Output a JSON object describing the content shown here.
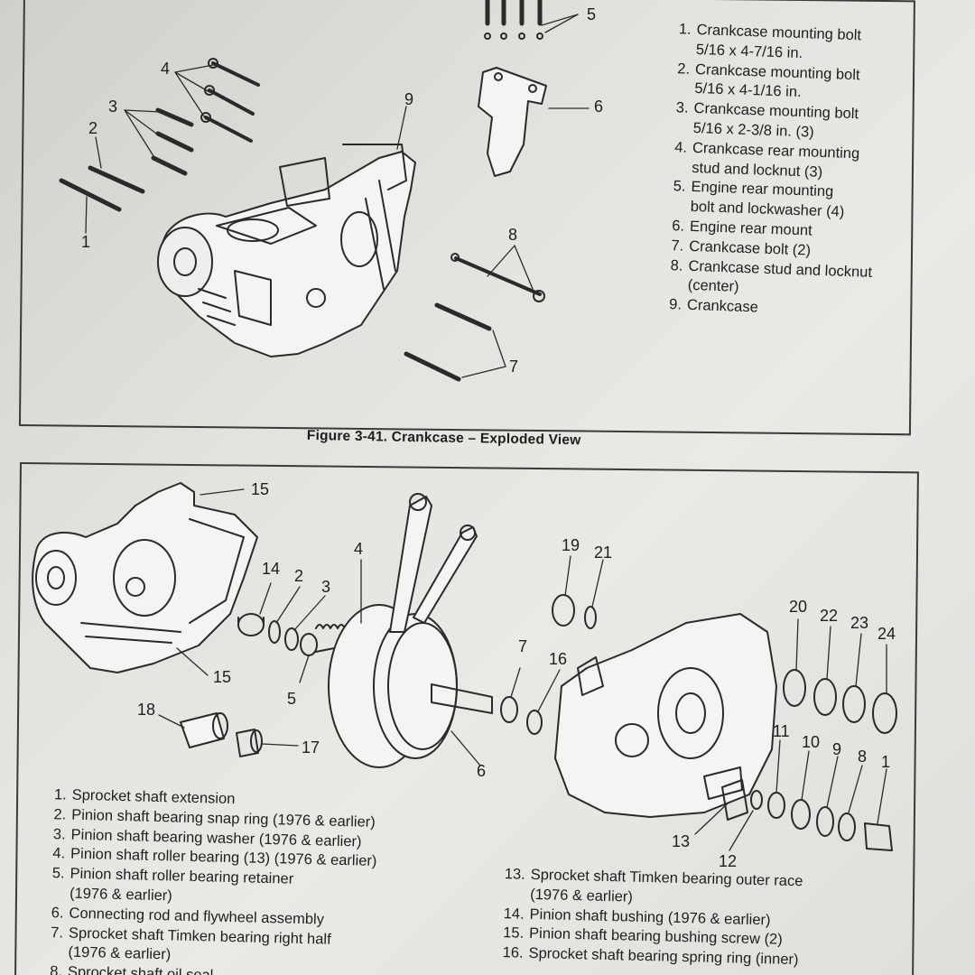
{
  "figure_caption": "Figure 3-41.  Crankcase – Exploded View",
  "top_legend": [
    {
      "num": "1.",
      "text": "Crankcase mounting bolt\n5/16 x 4-7/16 in."
    },
    {
      "num": "2.",
      "text": "Crankcase mounting bolt\n5/16 x 4-1/16 in."
    },
    {
      "num": "3.",
      "text": "Crankcase mounting bolt\n5/16 x 2-3/8 in. (3)"
    },
    {
      "num": "4.",
      "text": "Crankcase rear mounting\nstud and locknut (3)"
    },
    {
      "num": "5.",
      "text": "Engine rear mounting\nbolt and lockwasher (4)"
    },
    {
      "num": "6.",
      "text": "Engine rear mount"
    },
    {
      "num": "7.",
      "text": "Crankcase bolt (2)"
    },
    {
      "num": "8.",
      "text": "Crankcase stud and locknut\n(center)"
    },
    {
      "num": "9.",
      "text": "Crankcase"
    }
  ],
  "bottom_legend_left": [
    {
      "num": "1.",
      "text": "Sprocket shaft extension"
    },
    {
      "num": "2.",
      "text": "Pinion shaft bearing snap ring (1976 & earlier)"
    },
    {
      "num": "3.",
      "text": "Pinion shaft bearing washer (1976 & earlier)"
    },
    {
      "num": "4.",
      "text": "Pinion shaft roller bearing (13) (1976 & earlier)"
    },
    {
      "num": "5.",
      "text": "Pinion shaft roller bearing retainer\n(1976 & earlier)"
    },
    {
      "num": "6.",
      "text": "Connecting rod and flywheel assembly"
    },
    {
      "num": "7.",
      "text": "Sprocket shaft Timken bearing right half\n(1976 & earlier)"
    },
    {
      "num": "8.",
      "text": "Sprocket shaft oil seal"
    }
  ],
  "bottom_legend_right": [
    {
      "num": "13.",
      "text": "Sprocket shaft Timken bearing outer race\n(1976 & earlier)"
    },
    {
      "num": "14.",
      "text": "Pinion shaft bushing (1976 & earlier)"
    },
    {
      "num": "15.",
      "text": "Pinion shaft bearing bushing screw (2)"
    },
    {
      "num": "16.",
      "text": "Sprocket shaft bearing spring ring (inner)"
    }
  ],
  "top_callouts": [
    "1",
    "2",
    "3",
    "4",
    "5",
    "6",
    "7",
    "8",
    "9"
  ],
  "bottom_callouts": [
    "1",
    "2",
    "3",
    "4",
    "5",
    "6",
    "7",
    "8",
    "9",
    "10",
    "11",
    "12",
    "13",
    "14",
    "15",
    "15",
    "16",
    "17",
    "18",
    "19",
    "20",
    "21",
    "22",
    "23",
    "24"
  ]
}
